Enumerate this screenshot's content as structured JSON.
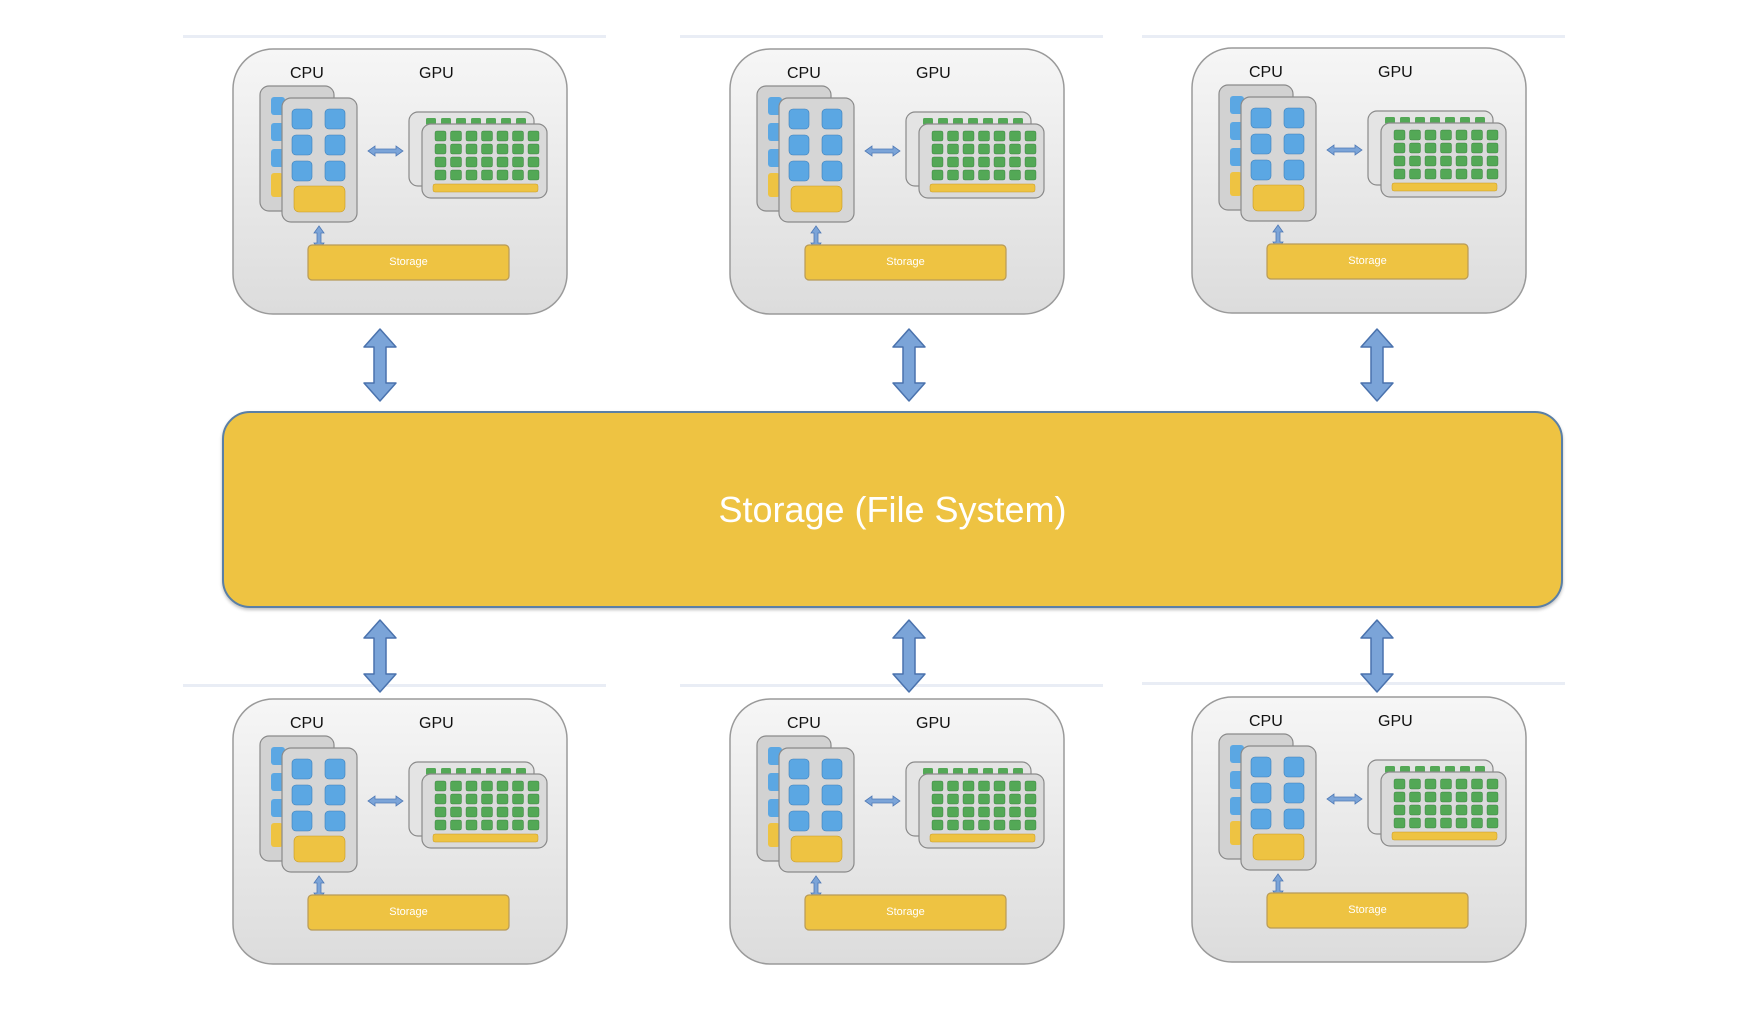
{
  "central_storage": {
    "label": "Storage (File System)"
  },
  "node": {
    "cpu_label": "CPU",
    "gpu_label": "GPU",
    "local_storage_label": "Storage"
  },
  "colors": {
    "storage_yellow": "#eec342",
    "cpu_core_blue": "#5ba7e3",
    "gpu_core_green": "#53a856",
    "arrow_blue": "#7ba4d8",
    "node_panel": "#ececec"
  },
  "icons": {
    "cpu": "cpu-chip-icon",
    "gpu": "gpu-card-icon",
    "link": "double-arrow-icon"
  }
}
